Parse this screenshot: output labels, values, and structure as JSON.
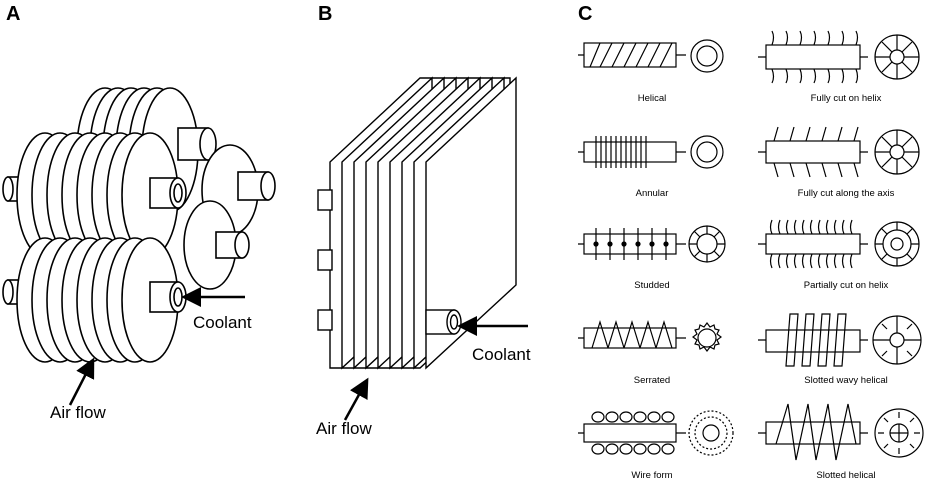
{
  "panels": {
    "a": {
      "letter": "A",
      "coolant_label": "Coolant",
      "airflow_label": "Air flow"
    },
    "b": {
      "letter": "B",
      "coolant_label": "Coolant",
      "airflow_label": "Air flow"
    },
    "c": {
      "letter": "C",
      "fin_types": [
        {
          "label": "Helical",
          "icon": "helical-fin-icon"
        },
        {
          "label": "Fully cut on helix",
          "icon": "fully-cut-helix-fin-icon"
        },
        {
          "label": "Annular",
          "icon": "annular-fin-icon"
        },
        {
          "label": "Fully cut along the axis",
          "icon": "fully-cut-axis-fin-icon"
        },
        {
          "label": "Studded",
          "icon": "studded-fin-icon"
        },
        {
          "label": "Partially cut on helix",
          "icon": "partially-cut-helix-fin-icon"
        },
        {
          "label": "Serrated",
          "icon": "serrated-fin-icon"
        },
        {
          "label": "Slotted wavy helical",
          "icon": "slotted-wavy-helical-fin-icon"
        },
        {
          "label": "Wire form",
          "icon": "wire-form-fin-icon"
        },
        {
          "label": "Slotted helical",
          "icon": "slotted-helical-fin-icon"
        }
      ]
    }
  }
}
